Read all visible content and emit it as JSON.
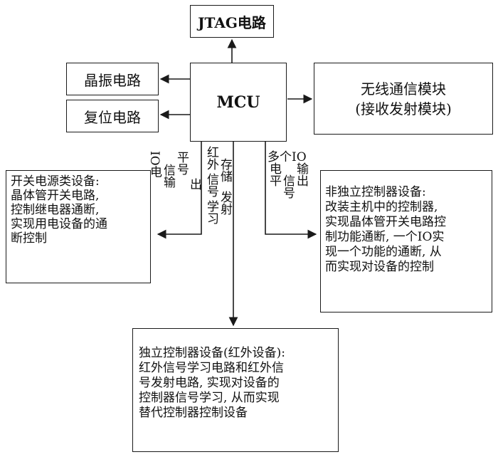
{
  "nodes": {
    "jtag": "JTAG电路",
    "crystal": "晶振电路",
    "reset": "复位电路",
    "mcu": "MCU",
    "wireless": "无线通信模块\n(接收发射模块)",
    "switch_power": "开关电源类设备:\n晶体管开关电路,\n控制继电器通断,\n实现用电设备的通\n断控制",
    "non_independent": "非独立控制器设备:\n改装主机中的控制器,\n实现晶体管开关电路控\n制功能通断, 一个IO实\n现一个功能的通断, 从\n而实现对设备的控制",
    "independent": "独立控制器设备(红外设备):\n红外信号学习电路和红外信\n号发射电路, 实现对设备的\n控制器信号学习, 从而实现\n替代控制器控制设备"
  },
  "edge_labels": {
    "io_level": [
      "IO电",
      "信输",
      "平号",
      "出"
    ],
    "ir_learn": [
      "红外",
      "信号",
      "学习",
      "存储",
      "发射"
    ],
    "multi_io": [
      "多个IO",
      "电平",
      "信号",
      "输出"
    ]
  }
}
